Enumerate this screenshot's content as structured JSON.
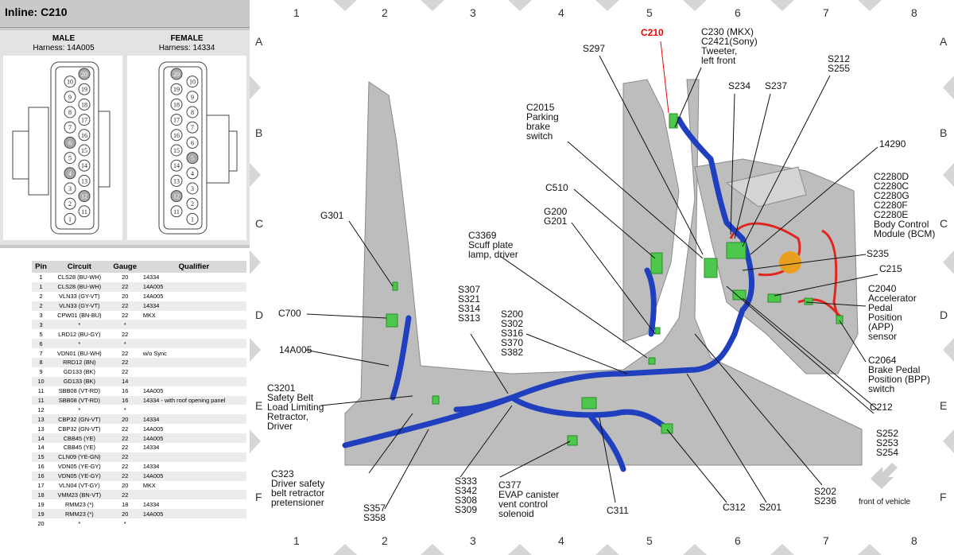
{
  "title": "Inline: C210",
  "male": {
    "title": "MALE",
    "harness": "Harness: 14A005",
    "pins": [
      {
        "n": "20",
        "sh": true
      },
      {
        "n": "10"
      },
      {
        "n": "19"
      },
      {
        "n": "9"
      },
      {
        "n": "18"
      },
      {
        "n": "8"
      },
      {
        "n": "17"
      },
      {
        "n": "7"
      },
      {
        "n": "16"
      },
      {
        "n": "6",
        "sh": true
      },
      {
        "n": "15"
      },
      {
        "n": "5"
      },
      {
        "n": "14"
      },
      {
        "n": "4",
        "sh": true
      },
      {
        "n": "13"
      },
      {
        "n": "3"
      },
      {
        "n": "12",
        "sh": true
      },
      {
        "n": "2"
      },
      {
        "n": "11"
      },
      {
        "n": "1"
      }
    ]
  },
  "female": {
    "title": "FEMALE",
    "harness": "Harness: 14334",
    "pins": [
      {
        "n": "20",
        "sh": true
      },
      {
        "n": "10"
      },
      {
        "n": "19"
      },
      {
        "n": "9"
      },
      {
        "n": "18"
      },
      {
        "n": "8"
      },
      {
        "n": "17"
      },
      {
        "n": "7"
      },
      {
        "n": "16"
      },
      {
        "n": "6"
      },
      {
        "n": "15"
      },
      {
        "n": "5",
        "sh": true
      },
      {
        "n": "14"
      },
      {
        "n": "4"
      },
      {
        "n": "13"
      },
      {
        "n": "3"
      },
      {
        "n": "12",
        "sh": true
      },
      {
        "n": "2"
      },
      {
        "n": "11"
      },
      {
        "n": "1"
      }
    ]
  },
  "table": {
    "headers": [
      "Pin",
      "Circuit",
      "Gauge",
      "Qualifier"
    ],
    "rows": [
      [
        "1",
        "CLS28 (BU-WH)",
        "20",
        "14334"
      ],
      [
        "1",
        "CLS28 (BU-WH)",
        "22",
        "14A005"
      ],
      [
        "2",
        "VLN33 (GY-VT)",
        "20",
        "14A005"
      ],
      [
        "2",
        "VLN33 (GY-VT)",
        "22",
        "14334"
      ],
      [
        "3",
        "CPW01 (BN-BU)",
        "22",
        "MKX"
      ],
      [
        "3",
        "*",
        "*",
        ""
      ],
      [
        "5",
        "LRD12 (BU-GY)",
        "22",
        ""
      ],
      [
        "6",
        "*",
        "*",
        ""
      ],
      [
        "7",
        "VDN01 (BU-WH)",
        "22",
        "w/o Sync"
      ],
      [
        "8",
        "RRD12 (BN)",
        "22",
        ""
      ],
      [
        "9",
        "GD133 (BK)",
        "22",
        ""
      ],
      [
        "10",
        "GD133 (BK)",
        "14",
        ""
      ],
      [
        "11",
        "SBB08 (VT-RD)",
        "16",
        "14A005"
      ],
      [
        "11",
        "SBB08 (VT-RD)",
        "16",
        "14334 - with roof opening panel"
      ],
      [
        "12",
        "*",
        "*",
        ""
      ],
      [
        "13",
        "CBP32 (GN-VT)",
        "20",
        "14334"
      ],
      [
        "13",
        "CBP32 (GN-VT)",
        "22",
        "14A005"
      ],
      [
        "14",
        "CBB45 (YE)",
        "22",
        "14A005"
      ],
      [
        "14",
        "CBB45 (YE)",
        "22",
        "14334"
      ],
      [
        "15",
        "CLN09 (YE-GN)",
        "22",
        ""
      ],
      [
        "16",
        "VDN05 (YE-GY)",
        "22",
        "14334"
      ],
      [
        "16",
        "VDN05 (YE-GY)",
        "22",
        "14A005"
      ],
      [
        "17",
        "VLN04 (VT-GY)",
        "20",
        "MKX"
      ],
      [
        "18",
        "VMM23 (BN-VT)",
        "22",
        ""
      ],
      [
        "19",
        "RMM23 (*)",
        "18",
        "14334"
      ],
      [
        "19",
        "RMM23 (*)",
        "20",
        "14A005"
      ],
      [
        "20",
        "*",
        "*",
        ""
      ]
    ]
  },
  "grid_cols": [
    "1",
    "2",
    "3",
    "4",
    "5",
    "6",
    "7",
    "8"
  ],
  "grid_rows": [
    "A",
    "B",
    "C",
    "D",
    "E",
    "F"
  ],
  "labels": {
    "c210": "C210",
    "c230": "C230 (MKX)\nC2421(Sony)\nTweeter,\nleft front",
    "s297": "S297",
    "s234": "S234",
    "s237": "S237",
    "s212": "S212\nS255",
    "c2015": "C2015\nParking\nbrake\nswitch",
    "l14290": "14290",
    "c510": "C510",
    "c2280": "C2280D\nC2280C\nC2280G\nC2280F\nC2280E\nBody Control\nModule (BCM)",
    "g200": "G200\nG201",
    "g301": "G301",
    "c3369": "C3369\nScuff plate\nlamp, driver",
    "s235": "S235",
    "c215": "C215",
    "c2040": "C2040\nAccelerator\nPedal\nPosition\n(APP)\nsensor",
    "c2064": "C2064\nBrake Pedal\nPosition (BPP)\nswitch",
    "s307": "S307\nS321\nS314\nS313",
    "s200": "S200\nS302\nS316\nS370\nS382",
    "c700": "C700",
    "h14a005": "14A005",
    "c3201": "C3201\nSafety Belt\nLoad Limiting\nRetractor,\nDriver",
    "c212": "C212",
    "s252": "S252\nS253\nS254",
    "c323": "C323\nDriver safety\nbelt retractor\npretensioner",
    "s357": "S357\nS358",
    "s333": "S333\nS342\nS308\nS309",
    "c377": "C377\nEVAP canister\nvent control\nsolenoid",
    "c311": "C311",
    "c312": "C312",
    "s201": "S201",
    "s202": "S202\nS236",
    "front": "front of vehicle"
  },
  "colors": {
    "harness": "#1f3fbf",
    "connector": "#4cc94c",
    "red_harness": "#e0261e",
    "body": "#b9b9b9",
    "callout_red": "#e00000"
  }
}
